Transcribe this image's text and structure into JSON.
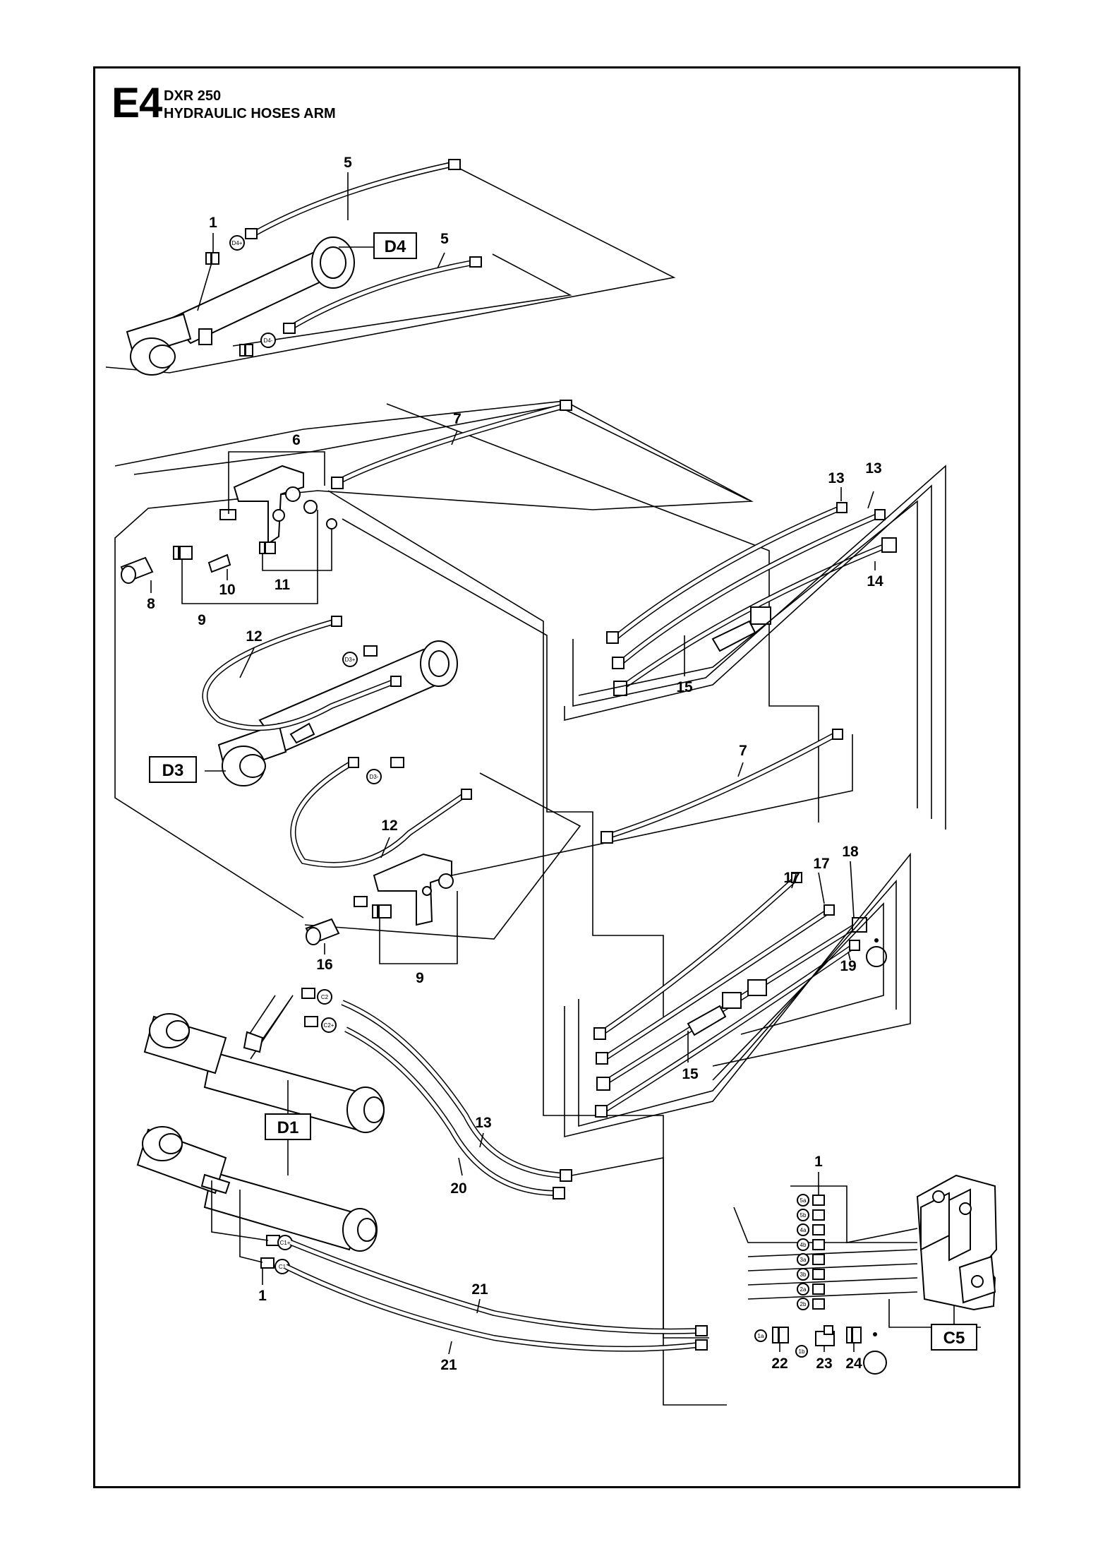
{
  "header": {
    "section_code": "E4",
    "model": "DXR 250",
    "title": "HYDRAULIC HOSES ARM"
  },
  "reference_boxes": {
    "d4": "D4",
    "d3": "D3",
    "d1": "D1",
    "c5": "C5"
  },
  "callouts": {
    "c1_top": "1",
    "c5_a": "5",
    "c5_b": "5",
    "c7_a": "7",
    "c6": "6",
    "c8": "8",
    "c9_a": "9",
    "c10": "10",
    "c11": "11",
    "c12_a": "12",
    "c12_b": "12",
    "c7_b": "7",
    "c13_a": "13",
    "c13_b": "13",
    "c14": "14",
    "c15_a": "15",
    "c16": "16",
    "c9_b": "9",
    "c17_a": "17",
    "c17_b": "17",
    "c18": "18",
    "c19": "19",
    "c15_b": "15",
    "c13_c": "13",
    "c20": "20",
    "c1_mid": "1",
    "c1_bottom": "1",
    "c21_a": "21",
    "c21_b": "21",
    "c22": "22",
    "c23": "23",
    "c24": "24"
  },
  "port_labels": {
    "cyl_d4_a": "D4+",
    "cyl_d4_b": "D4-",
    "cyl_d3_a": "D3+",
    "cyl_d3_b": "D3-",
    "cyl_d1_a": "C2",
    "cyl_d1_b": "C2+",
    "cyl_c1_a": "C1+",
    "cyl_c1_b": "C1",
    "valve_5a": "5a",
    "valve_5b": "5b",
    "valve_4a": "4a",
    "valve_4b": "4b",
    "valve_3a": "3a",
    "valve_3b": "3b",
    "valve_2a": "2a",
    "valve_2b": "2b",
    "valve_1a": "1a",
    "valve_1b": "1b"
  }
}
